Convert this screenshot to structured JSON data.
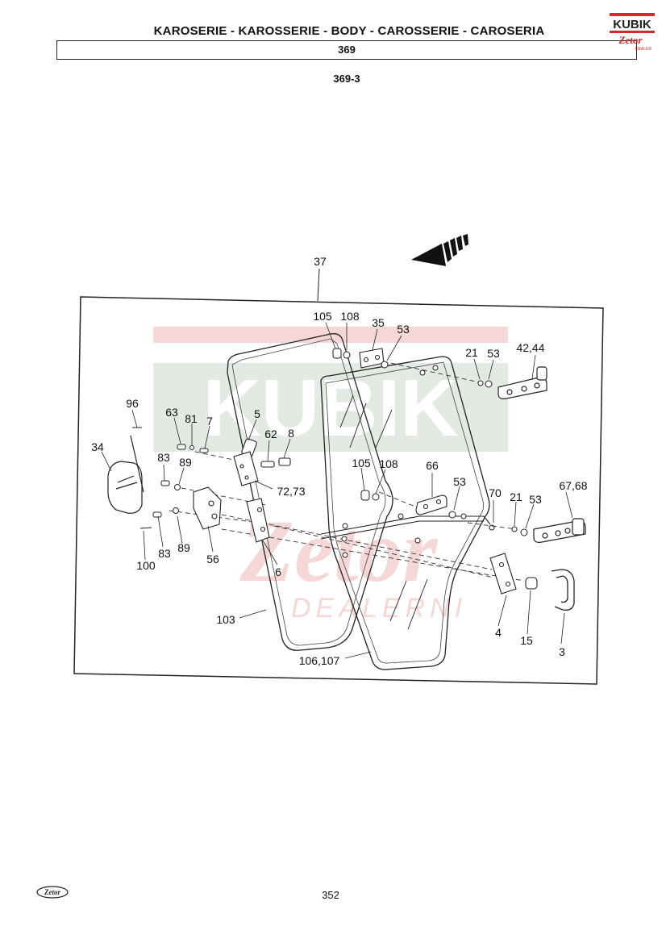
{
  "header": {
    "title": "KAROSERIE - KAROSSERIE - BODY - CAROSSERIE - CAROSERIA",
    "section": "369",
    "subsection": "369-3"
  },
  "brand_logo": {
    "text_top": "KUBIK",
    "text_bottom": "Zetor",
    "text_small": "DEALER"
  },
  "watermark": {
    "text_top": "KUBIK",
    "text_bottom": "Zetor",
    "text_small": "DEALERNI"
  },
  "footer": {
    "page_number": "352",
    "logo_text": "Zetor"
  },
  "callouts": {
    "c37": "37",
    "c105a": "105",
    "c108a": "108",
    "c35": "35",
    "c53a": "53",
    "c21a": "21",
    "c53b": "53",
    "c42_44": "42,44",
    "c96": "96",
    "c63": "63",
    "c81": "81",
    "c7": "7",
    "c5": "5",
    "c62": "62",
    "c8": "8",
    "c34": "34",
    "c83a": "83",
    "c89a": "89",
    "c72_73": "72,73",
    "c105b": "105",
    "c108b": "108",
    "c66": "66",
    "c53c": "53",
    "c70": "70",
    "c21b": "21",
    "c53d": "53",
    "c67_68": "67,68",
    "c83b": "83",
    "c89b": "89",
    "c100": "100",
    "c56": "56",
    "c6": "6",
    "c103": "103",
    "c106_107": "106,107",
    "c4": "4",
    "c15": "15",
    "c3": "3"
  }
}
